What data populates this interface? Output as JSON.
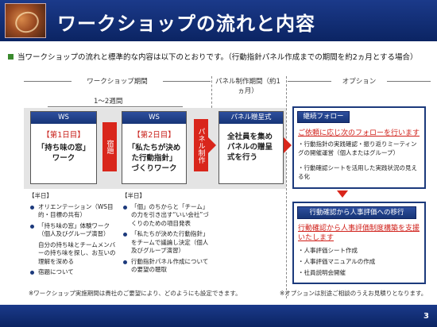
{
  "header": {
    "title": "ワークショップの流れと内容"
  },
  "intro": "当ワークショップの流れと標準的な内容は以下のとおりです。（行動指針パネル作成までの期間を約2ヵ月とする場合）",
  "phases": {
    "workshop": "ワークショップ期間",
    "panel": "パネル制作期間（約1ヵ月）",
    "option": "オプション",
    "interval": "1〜2週間"
  },
  "ws1": {
    "head": "WS",
    "day": "【第1日目】",
    "text": "「持ち味の窓」\nワーク"
  },
  "homework": "宿題",
  "ws2": {
    "head": "WS",
    "day": "【第2日目】",
    "text": "「私たちが決め\nた行動指針」\nづくりワーク"
  },
  "panel_make": "パネル制作",
  "panel": {
    "head": "パネル贈呈式",
    "text": "全社員を集め\nパネルの贈呈\n式を行う"
  },
  "follow": {
    "head": "継続フォロー",
    "lead": "ご依頼に応じ次のフォローを行います",
    "items": [
      "・行動指針の実践確認・振り返りミーティングの開催運営（個人またはグループ）",
      "・行動確認シートを活用した実践状況の見える化"
    ]
  },
  "eval": {
    "head": "行動確認から人事評価への移行",
    "lead": "行動確認から人事評価制度構築を支援いたします",
    "items": [
      "・人事評価シート作成",
      "・人事評価マニュアルの作成",
      "・社員説明会開催"
    ]
  },
  "half1": {
    "head": "【半日】",
    "items": [
      "オリエンテーション（WS目的・目標の共有）",
      "「持ち味の窓」体験ワーク（個人及びグループ演習）"
    ],
    "note": "自分の持ち味とチームメンバーの持ち味を探し、お互いの理解を深める",
    "last": "宿題について"
  },
  "half2": {
    "head": "【半日】",
    "items": [
      "「個」のちからと「チーム」の力を引き出す“いい会社”づくりのための項目発表",
      "「私たちが決めた行動指針」をチームで議論し決定（個人及びグループ演習）",
      "行動指針パネル作成についての要望の聴取"
    ]
  },
  "footnote1": "※ワークショップ実施期間は貴社のご要望により、どのようにも設定できます。",
  "footnote2": "※オプションは別途ご相談のうえお見積りとなります。",
  "page_number": "3"
}
